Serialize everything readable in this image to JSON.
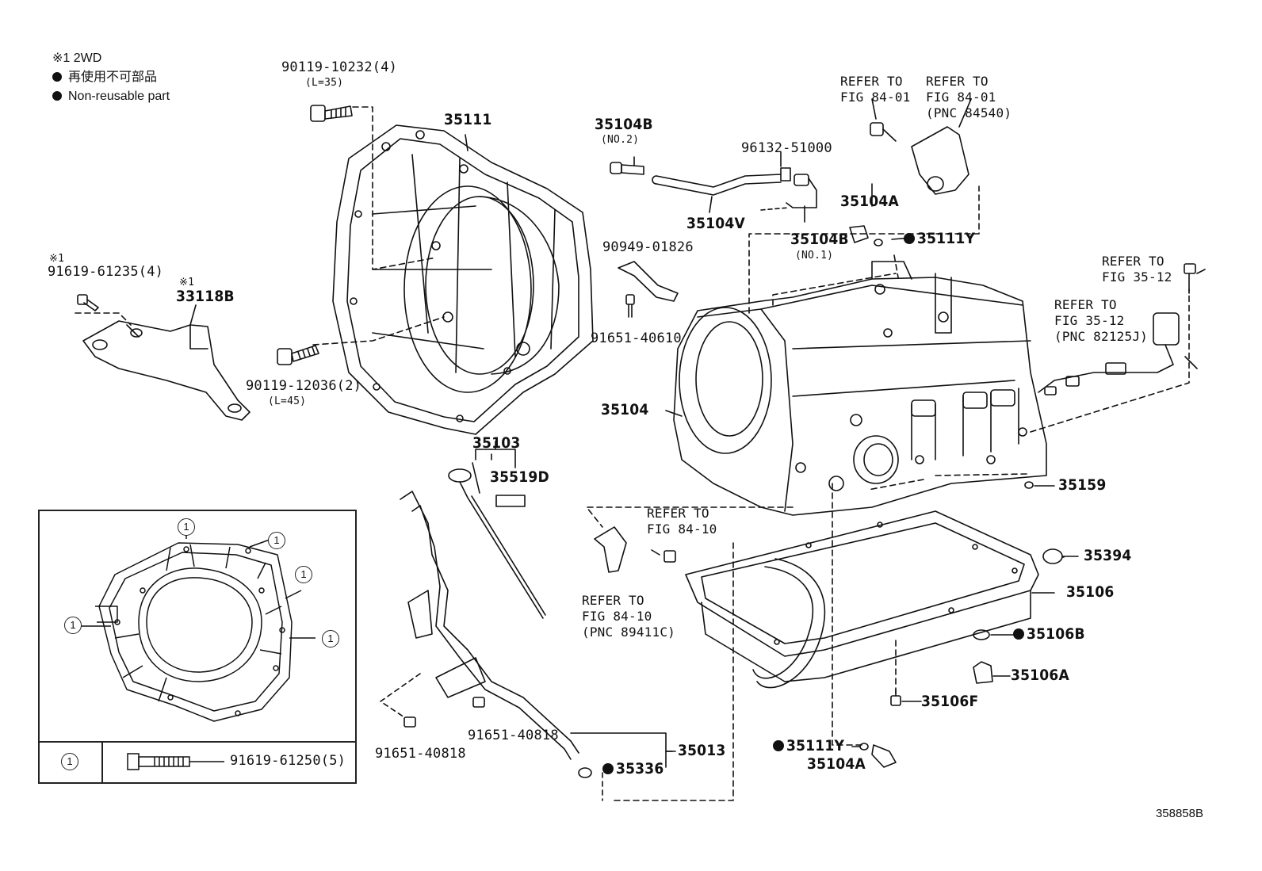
{
  "legend": {
    "note1": "※1 2WD",
    "jp": "再使用不可部品",
    "en": "Non-reusable part"
  },
  "labels": {
    "p_90119_10232": "90119-10232(4)",
    "p_l35": "(L=35)",
    "p_35111": "35111",
    "p_35104b_no2": "35104B",
    "p_no2": "(NO.2)",
    "p_96132": "96132-51000",
    "p_35104v": "35104V",
    "p_35104b_no1": "35104B",
    "p_no1": "(NO.1)",
    "p_35104a_top": "35104A",
    "p_35111y_top": "35111Y",
    "ref_84_01_a1": "REFER TO",
    "ref_84_01_a2": "FIG 84-01",
    "ref_84_01_b1": "REFER TO",
    "ref_84_01_b2": "FIG 84-01",
    "ref_84_01_b3": "(PNC 84540)",
    "p_90949": "90949-01826",
    "p_91651_40610": "91651-40610",
    "note1_a": "※1",
    "p_91619_61235": "91619-61235(4)",
    "note1_b": "※1",
    "p_33118b": "33118B",
    "p_90119_12036": "90119-12036(2)",
    "p_l45": "(L=45)",
    "ref_35_12_a1": "REFER TO",
    "ref_35_12_a2": "FIG 35-12",
    "ref_35_12_b1": "REFER TO",
    "ref_35_12_b2": "FIG 35-12",
    "ref_35_12_b3": "(PNC 82125J)",
    "p_35104": "35104",
    "p_35103": "35103",
    "p_35519d": "35519D",
    "p_35159": "35159",
    "ref_84_10_a1": "REFER TO",
    "ref_84_10_a2": "FIG 84-10",
    "ref_84_10_b1": "REFER TO",
    "ref_84_10_b2": "FIG 84-10",
    "ref_84_10_b3": "(PNC 89411C)",
    "p_35394": "35394",
    "p_35106": "35106",
    "p_35106b": "35106B",
    "p_35106a": "35106A",
    "p_35106f": "35106F",
    "p_91651_40818_a": "91651-40818",
    "p_91651_40818_b": "91651-40818",
    "p_35013": "35013",
    "p_35336": "35336",
    "p_35111y_bot": "35111Y",
    "p_35104a_bot": "35104A",
    "inset_part": "91619-61250(5)",
    "inset_key": "1",
    "fig_code": "358858B"
  }
}
